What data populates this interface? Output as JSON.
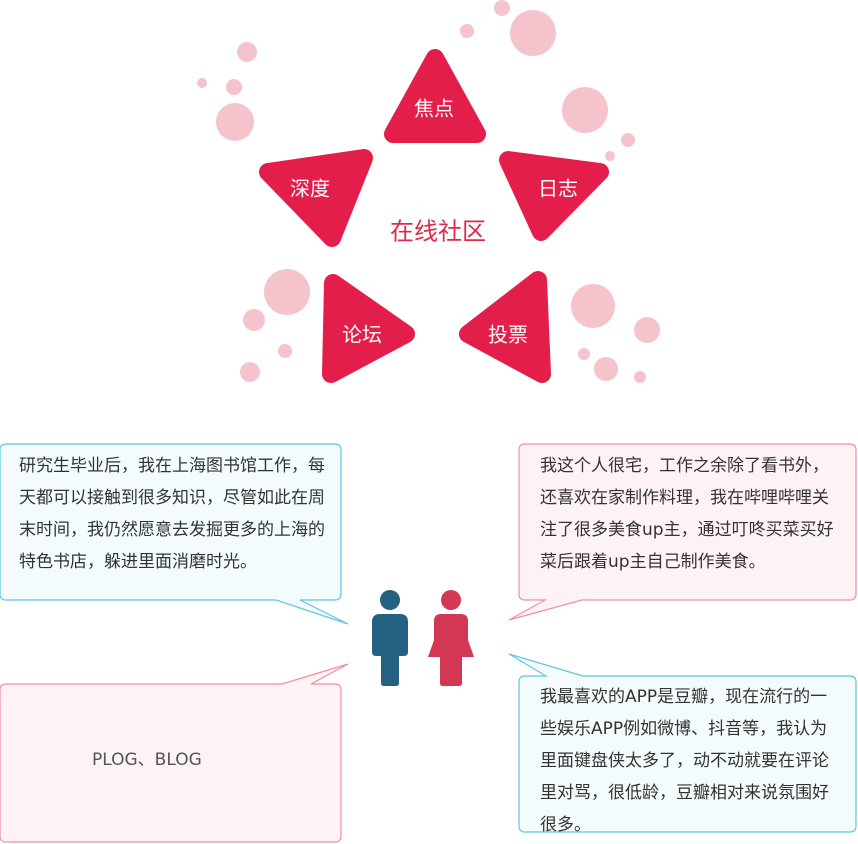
{
  "center_label": "在线社区",
  "star_points": {
    "top": "焦点",
    "right": "日志",
    "bottom_right": "投票",
    "bottom_left": "论坛",
    "left": "深度"
  },
  "bubbles": {
    "top_left": "研究生毕业后，我在上海图书馆工作，每天都可以接触到很多知识，尽管如此在周末时间，我仍然愿意去发掘更多的上海的特色书店，躲进里面消磨时光。",
    "top_right": "我这个人很宅，工作之余除了看书外，还喜欢在家制作料理，我在哔哩哔哩关注了很多美食up主，通过叮咚买菜买好菜后跟着up主自己制作美食。",
    "bottom_right": "我最喜欢的APP是豆瓣，现在流行的一些娱乐APP例如微博、抖音等，我认为里面键盘侠太多了，动不动就要在评论里对骂，很低龄，豆瓣相对来说氛围好很多。",
    "bottom_left": "PLOG、BLOG"
  },
  "colors": {
    "star_red": "#e41e4a",
    "dot_pink": "#f5c3cc",
    "cyan_border": "#5fc7df",
    "cyan_fill": "#f3fbfd",
    "pink_border": "#ef8fa3",
    "pink_fill": "#fdf3f5",
    "male_icon": "#24607f",
    "female_icon": "#d23753"
  },
  "icons": [
    "male-person-icon",
    "female-person-icon"
  ]
}
